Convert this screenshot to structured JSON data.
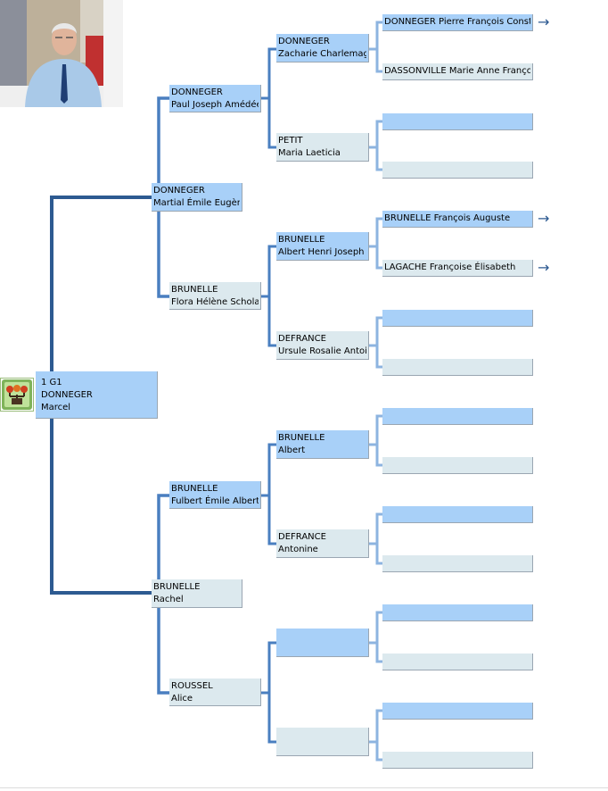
{
  "root": {
    "line1": "1 G1",
    "line2": "DONNEGER",
    "line3": "Marcel"
  },
  "gen2": [
    {
      "surname": "DONNEGER",
      "given": "Martial Émile Eugène"
    },
    {
      "surname": "BRUNELLE",
      "given": "Rachel"
    }
  ],
  "gen3": [
    {
      "surname": "DONNEGER",
      "given": "Paul Joseph Amédée"
    },
    {
      "surname": "BRUNELLE",
      "given": "Flora Hélène Scholastique"
    },
    {
      "surname": "BRUNELLE",
      "given": "Fulbert Émile Albert"
    },
    {
      "surname": "ROUSSEL",
      "given": "Alice"
    }
  ],
  "gen4": [
    {
      "surname": "DONNEGER",
      "given": "Zacharie Charlemagne"
    },
    {
      "surname": "PETIT",
      "given": "Maria Laeticia"
    },
    {
      "surname": "BRUNELLE",
      "given": "Albert Henri Joseph"
    },
    {
      "surname": "DEFRANCE",
      "given": "Ursule Rosalie Antoinette"
    },
    {
      "surname": "BRUNELLE",
      "given": "Albert"
    },
    {
      "surname": "DEFRANCE",
      "given": "Antonine"
    },
    {
      "surname": "",
      "given": ""
    },
    {
      "surname": "",
      "given": ""
    }
  ],
  "gen5": [
    {
      "name": "DONNEGER Pierre François Constant",
      "more": true
    },
    {
      "name": "DASSONVILLE Marie Anne Françoise",
      "more": false
    },
    {
      "name": "",
      "more": false
    },
    {
      "name": "",
      "more": false
    },
    {
      "name": "BRUNELLE François Auguste",
      "more": true
    },
    {
      "name": "LAGACHE Françoise Élisabeth",
      "more": true
    },
    {
      "name": "",
      "more": false
    },
    {
      "name": "",
      "more": false
    },
    {
      "name": "",
      "more": false
    },
    {
      "name": "",
      "more": false
    },
    {
      "name": "",
      "more": false
    },
    {
      "name": "",
      "more": false
    },
    {
      "name": "",
      "more": false
    },
    {
      "name": "",
      "more": false
    },
    {
      "name": "",
      "more": false
    },
    {
      "name": "",
      "more": false
    }
  ],
  "colors": {
    "male_box": "#a8d0f8",
    "female_box": "#dce9ee",
    "connector_root": "#2d5a91",
    "connector_mid": "#4a7fc0",
    "connector_leaf": "#8db4e0",
    "arrow": "#2d5a91"
  },
  "icons": {
    "photo": "portrait-photo",
    "tree": "family-tree-icon",
    "more": "arrow-right-icon"
  }
}
